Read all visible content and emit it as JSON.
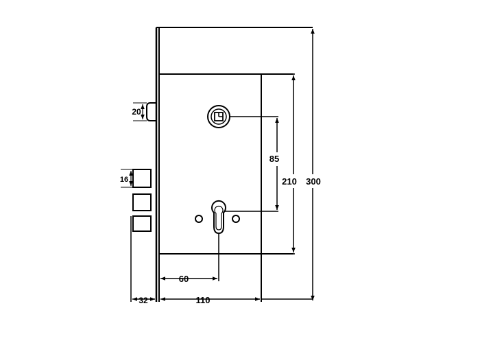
{
  "dimensions": {
    "latch_height": "20",
    "bolt_height": "16",
    "backset": "60",
    "faceplate_thickness": "32",
    "case_width": "110",
    "center_distance": "85",
    "case_height": "210",
    "faceplate_height": "300"
  }
}
